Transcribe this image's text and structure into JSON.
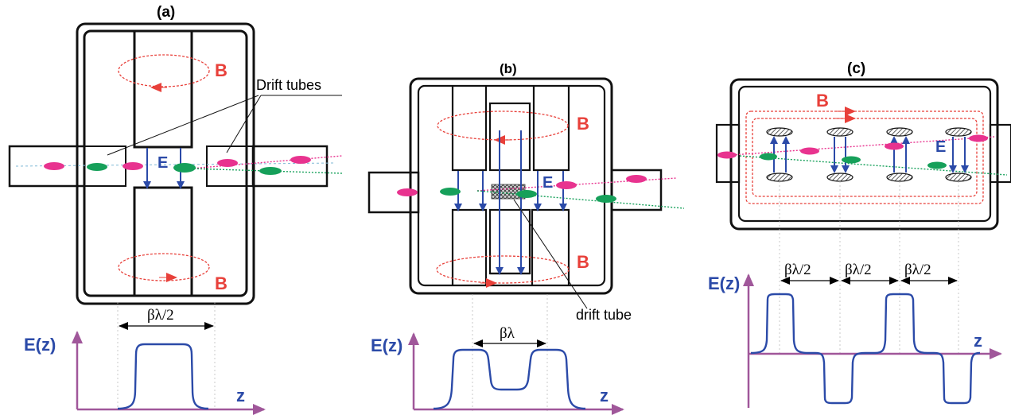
{
  "figure": {
    "panels": [
      {
        "id": "a",
        "title": "(a)",
        "b_label": "B",
        "e_label": "E",
        "ez_label": "E(z)",
        "z_label": "z",
        "dimension": "βλ/2",
        "callout": "Drift tubes"
      },
      {
        "id": "b",
        "title": "(b)",
        "b_label": "B",
        "e_label": "E",
        "ez_label": "E(z)",
        "z_label": "z",
        "dimension": "βλ",
        "callout": "drift tube"
      },
      {
        "id": "c",
        "title": "(c)",
        "b_label": "B",
        "e_label": "E",
        "ez_label": "E(z)",
        "z_label": "z",
        "dimension": "βλ/2"
      }
    ],
    "colors": {
      "wall": "#111111",
      "e_field": "#2b4aa8",
      "b_field": "#e8403a",
      "bunch_pink": "#e8338f",
      "bunch_green": "#16a05a",
      "axis": "#a0579a",
      "profile": "#2b4aa8"
    }
  }
}
